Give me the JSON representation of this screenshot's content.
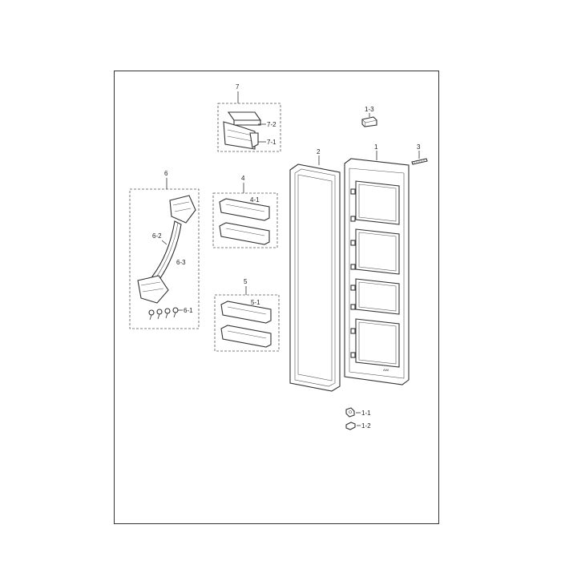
{
  "callouts": {
    "c1": "1",
    "c1_1": "1-1",
    "c1_2": "1-2",
    "c1_3": "1-3",
    "c2": "2",
    "c3": "3",
    "c4": "4",
    "c4_1": "4-1",
    "c5": "5",
    "c5_1": "5-1",
    "c6": "6",
    "c6_1": "6-1",
    "c6_2": "6-2",
    "c6_3": "6-3",
    "c7": "7",
    "c7_1": "7-1",
    "c7_2": "7-2"
  },
  "door_mark": "AWI"
}
